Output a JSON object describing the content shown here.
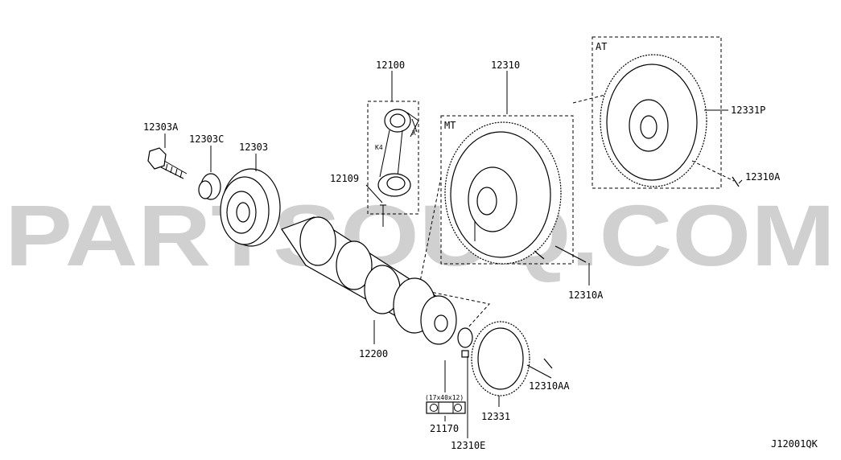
{
  "diagram_code": "J12001QK",
  "watermark": "PARTSOUQ.COM",
  "groups": {
    "mt": "MT",
    "at": "AT"
  },
  "parts": [
    {
      "id": "p12303a",
      "label": "12303A"
    },
    {
      "id": "p12303c",
      "label": "12303C"
    },
    {
      "id": "p12303",
      "label": "12303"
    },
    {
      "id": "p12100",
      "label": "12100"
    },
    {
      "id": "p12109",
      "label": "12109"
    },
    {
      "id": "p12310",
      "label": "12310"
    },
    {
      "id": "p12331p",
      "label": "12331P"
    },
    {
      "id": "p12310a_at",
      "label": "12310A"
    },
    {
      "id": "p12310a_mt",
      "label": "12310A"
    },
    {
      "id": "p12200",
      "label": "12200"
    },
    {
      "id": "p12310aa",
      "label": "12310AA"
    },
    {
      "id": "p12331",
      "label": "12331"
    },
    {
      "id": "p21170",
      "label": "21170"
    },
    {
      "id": "p12310e",
      "label": "12310E"
    }
  ],
  "notes": {
    "seal_size": "(17x40x12)",
    "rod_mark": "K4",
    "rod_dim": "X"
  }
}
